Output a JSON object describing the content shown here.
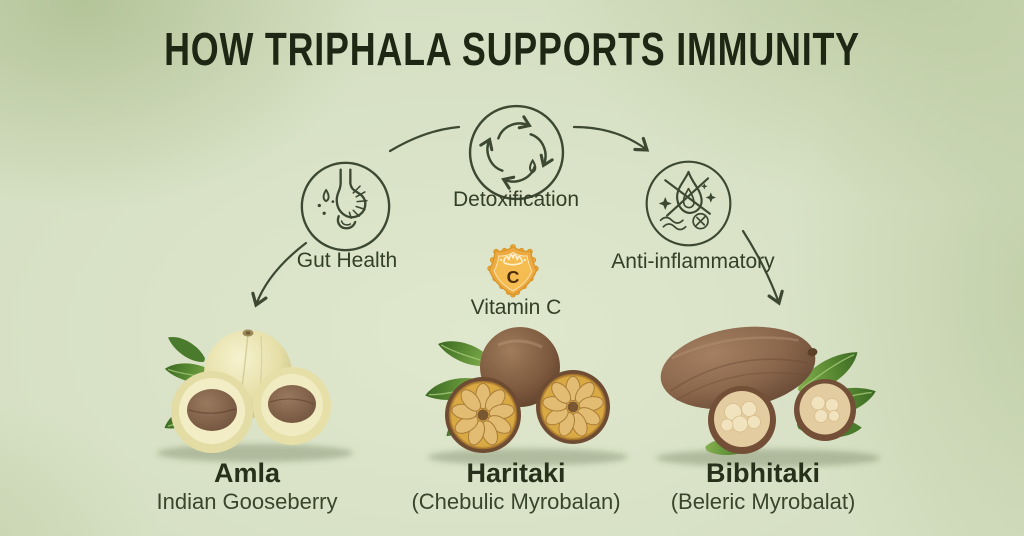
{
  "title": "HOW TRIPHALA SUPPORTS IMMUNITY",
  "flow": {
    "nodes": [
      {
        "label": "Gut Health",
        "icon": "stomach-icon"
      },
      {
        "label": "Detoxification",
        "icon": "detox-swirl-icon"
      },
      {
        "label": "Anti-inflammatory",
        "icon": "anti-inflammatory-icon"
      }
    ],
    "badge": {
      "label": "Vitamin C",
      "letter": "C",
      "icon": "vitamin-c-shield-icon"
    }
  },
  "fruits": [
    {
      "name": "Amla",
      "subtitle": "Indian Gooseberry"
    },
    {
      "name": "Haritaki",
      "subtitle": "(Chebulic Myrobalan)"
    },
    {
      "name": "Bibhitaki",
      "subtitle": "(Beleric Myrobalat)"
    }
  ],
  "colors": {
    "background": "#d8e1c3",
    "line_art": "#3c4832",
    "title_text": "#1d2714",
    "body_text": "#39452c",
    "badge_gold": "#ecaa41",
    "leaf_green": "#5a8a33",
    "amla_skin": "#e9e3ae",
    "haritaki_brown": "#7c5a40",
    "bibhitaki_brown": "#8c6a50"
  }
}
